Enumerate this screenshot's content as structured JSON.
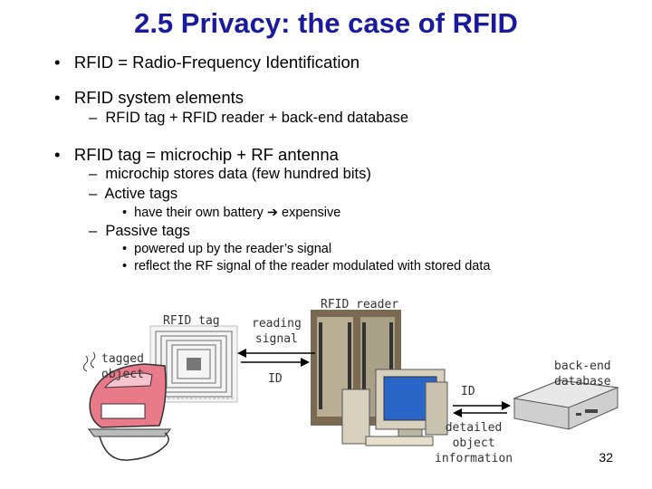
{
  "slide": {
    "title": "2.5 Privacy: the case of RFID",
    "page_number": "32"
  },
  "bullets": [
    {
      "level": 1,
      "marker": "•",
      "text": "RFID = Radio-Frequency Identification"
    },
    {
      "level": 1,
      "marker": "•",
      "text": "RFID system elements"
    },
    {
      "level": 2,
      "marker": "–",
      "text": "RFID tag + RFID reader + back-end database"
    },
    {
      "level": 1,
      "marker": "•",
      "text": "RFID tag = microchip + RF antenna"
    },
    {
      "level": 2,
      "marker": "–",
      "text": "microchip stores data (few hundred bits)"
    },
    {
      "level": 2,
      "marker": "–",
      "text": "Active tags"
    },
    {
      "level": 3,
      "marker": "•",
      "text": "have their own battery ➔ expensive"
    },
    {
      "level": 2,
      "marker": "–",
      "text": "Passive tags"
    },
    {
      "level": 3,
      "marker": "•",
      "text": "powered up by the reader’s signal"
    },
    {
      "level": 3,
      "marker": "•",
      "text": "reflect the RF signal of the reader modulated with stored data"
    }
  ],
  "diagram": {
    "rfid_tag_label": "RFID tag",
    "tagged_object_label": "tagged\nobject",
    "rfid_reader_label": "RFID reader",
    "reading_signal_label": "reading\nsignal",
    "id_label_left": "ID",
    "id_label_right": "ID",
    "backend_label": "back-end\ndatabase",
    "detailed_info_label": "detailed\nobject\ninformation"
  }
}
